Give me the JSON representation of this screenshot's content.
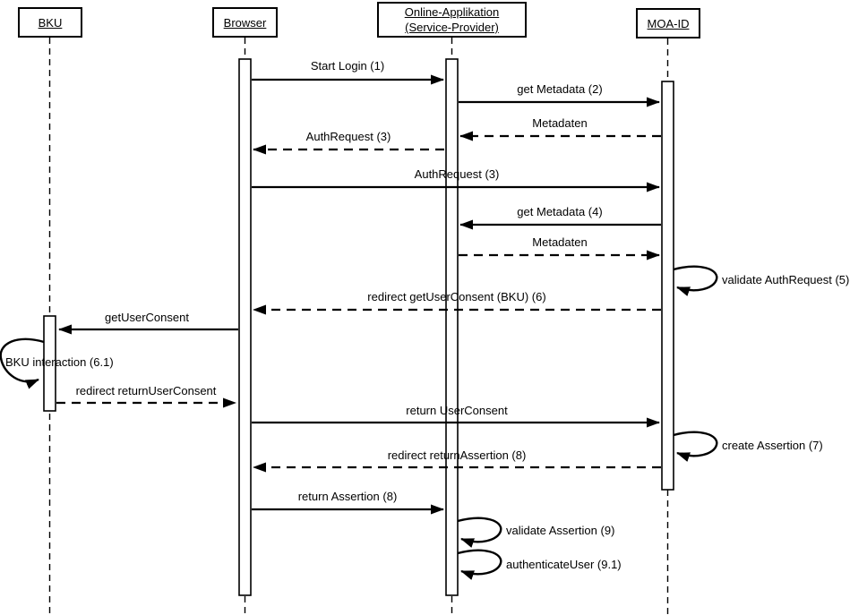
{
  "diagram_type": "uml-sequence-diagram",
  "colors": {
    "line": "#000000",
    "background": "#ffffff"
  },
  "actors": [
    {
      "label": "BKU"
    },
    {
      "label": "Browser"
    },
    {
      "label": "Online-Applikation (Service-Provider)"
    },
    {
      "label": "MOA-ID"
    }
  ],
  "messages": [
    {
      "label": "Start Login (1)",
      "from": "Browser",
      "to": "Online-Applikation (Service-Provider)",
      "line": "solid"
    },
    {
      "label": "get Metadata (2)",
      "from": "Online-Applikation (Service-Provider)",
      "to": "MOA-ID",
      "line": "solid"
    },
    {
      "label": "Metadaten",
      "from": "MOA-ID",
      "to": "Online-Applikation (Service-Provider)",
      "line": "dashed"
    },
    {
      "label": "AuthRequest (3)",
      "from": "Online-Applikation (Service-Provider)",
      "to": "Browser",
      "line": "dashed"
    },
    {
      "label": "AuthRequest (3)",
      "from": "Browser",
      "to": "MOA-ID",
      "line": "solid"
    },
    {
      "label": "get Metadata (4)",
      "from": "MOA-ID",
      "to": "Online-Applikation (Service-Provider)",
      "line": "solid"
    },
    {
      "label": "Metadaten",
      "from": "Online-Applikation (Service-Provider)",
      "to": "MOA-ID",
      "line": "dashed"
    },
    {
      "label": "validate AuthRequest (5)",
      "from": "MOA-ID",
      "to": "MOA-ID",
      "line": "self-loop"
    },
    {
      "label": "redirect getUserConsent (BKU) (6)",
      "from": "MOA-ID",
      "to": "Browser",
      "line": "dashed"
    },
    {
      "label": "getUserConsent",
      "from": "Browser",
      "to": "BKU",
      "line": "solid"
    },
    {
      "label": "BKU interaction (6.1)",
      "from": "BKU",
      "to": "BKU",
      "line": "self-loop"
    },
    {
      "label": "redirect returnUserConsent",
      "from": "BKU",
      "to": "Browser",
      "line": "dashed"
    },
    {
      "label": "return UserConsent",
      "from": "Browser",
      "to": "MOA-ID",
      "line": "solid"
    },
    {
      "label": "create Assertion (7)",
      "from": "MOA-ID",
      "to": "MOA-ID",
      "line": "self-loop"
    },
    {
      "label": "redirect returnAssertion (8)",
      "from": "MOA-ID",
      "to": "Browser",
      "line": "dashed"
    },
    {
      "label": "return Assertion (8)",
      "from": "Browser",
      "to": "Online-Applikation (Service-Provider)",
      "line": "solid"
    },
    {
      "label": "validate Assertion (9)",
      "from": "Online-Applikation (Service-Provider)",
      "to": "Online-Applikation (Service-Provider)",
      "line": "self-loop"
    },
    {
      "label": "authenticateUser (9.1)",
      "from": "Online-Applikation (Service-Provider)",
      "to": "Online-Applikation (Service-Provider)",
      "line": "self-loop"
    }
  ]
}
